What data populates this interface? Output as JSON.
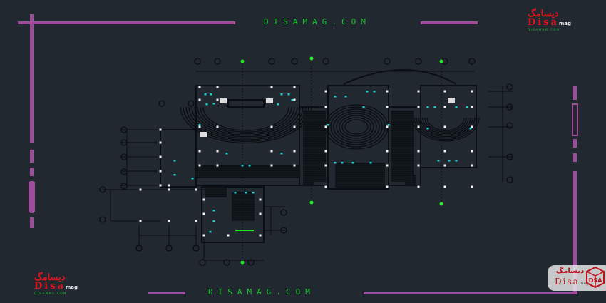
{
  "watermark": {
    "top": "DISAMAG.COM",
    "bottom": "DISAMAG.COM"
  },
  "logo_top": {
    "persian": "دیسامگ",
    "brand": "Disa",
    "suffix": "mag",
    "url": "DISAMAG.COM"
  },
  "logo_bottom": {
    "persian": "دیسامگ",
    "brand": "Disa",
    "suffix": "mag",
    "url": "DISAMAG.COM"
  },
  "badge": {
    "persian": "دیسامگ",
    "brand": "Disa",
    "suffix": "mag",
    "mark": "DSA"
  },
  "colors": {
    "background": "#212830",
    "frame": "#9c4e9a",
    "watermark": "#19c22a",
    "logo": "#e0141e",
    "lines": "#0b0e12",
    "columns": "#f2f2f2",
    "fixtures": "#19d3d3",
    "axis_marker": "#22ee22"
  }
}
